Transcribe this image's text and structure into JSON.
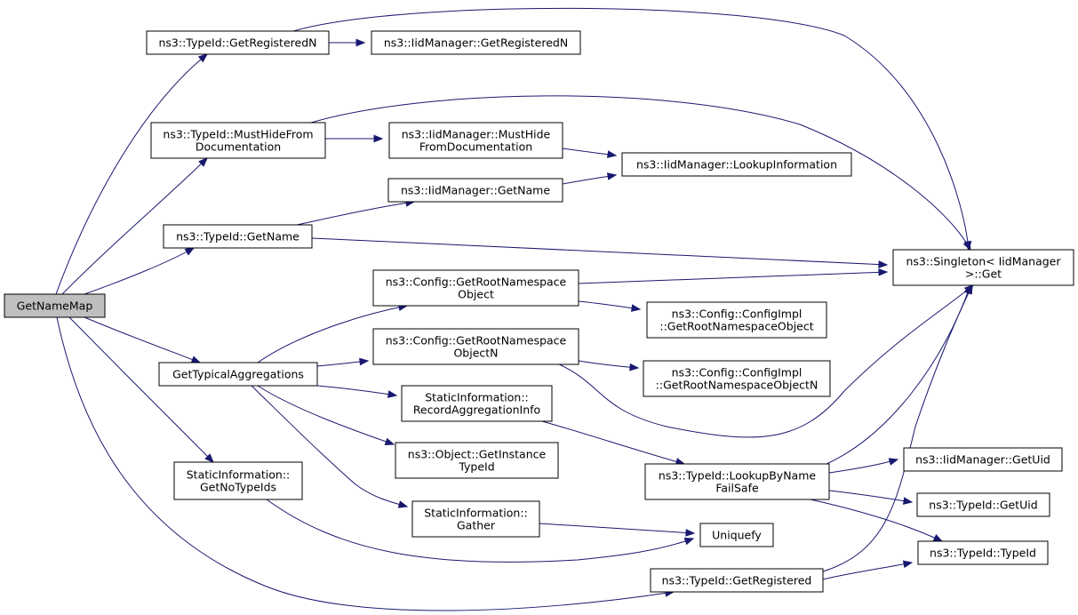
{
  "colors": {
    "edge": "#191970",
    "root_fill": "#bfbfbf",
    "node_fill": "#ffffff",
    "border": "#000000"
  },
  "nodes": {
    "root": [
      "GetNameMap"
    ],
    "getRegisteredN": [
      "ns3::TypeId::GetRegisteredN"
    ],
    "iidGetRegisteredN": [
      "ns3::IidManager::GetRegisteredN"
    ],
    "mustHide": [
      "ns3::TypeId::MustHideFrom",
      "Documentation"
    ],
    "iidMustHide": [
      "ns3::IidManager::MustHide",
      "FromDocumentation"
    ],
    "lookupInfo": [
      "ns3::IidManager::LookupInformation"
    ],
    "iidGetName": [
      "ns3::IidManager::GetName"
    ],
    "typeGetName": [
      "ns3::TypeId::GetName"
    ],
    "singletonGet": [
      "ns3::Singleton< IidManager",
      ">::Get"
    ],
    "cfgRootObj": [
      "ns3::Config::GetRootNamespace",
      "Object"
    ],
    "implRootObj": [
      "ns3::Config::ConfigImpl",
      "::GetRootNamespaceObject"
    ],
    "typicalAgg": [
      "GetTypicalAggregations"
    ],
    "cfgRootObjN": [
      "ns3::Config::GetRootNamespace",
      "ObjectN"
    ],
    "implRootObjN": [
      "ns3::Config::ConfigImpl",
      "::GetRootNamespaceObjectN"
    ],
    "recordAgg": [
      "StaticInformation::",
      "RecordAggregationInfo"
    ],
    "getInstance": [
      "ns3::Object::GetInstance",
      "TypeId"
    ],
    "noTypeIds": [
      "StaticInformation::",
      "GetNoTypeIds"
    ],
    "lookupByName": [
      "ns3::TypeId::LookupByName",
      "FailSafe"
    ],
    "iidGetUid": [
      "ns3::IidManager::GetUid"
    ],
    "typeGetUid": [
      "ns3::TypeId::GetUid"
    ],
    "gather": [
      "StaticInformation::",
      "Gather"
    ],
    "uniquefy": [
      "Uniquefy"
    ],
    "typeIdCtor": [
      "ns3::TypeId::TypeId"
    ],
    "getRegistered": [
      "ns3::TypeId::GetRegistered"
    ]
  }
}
